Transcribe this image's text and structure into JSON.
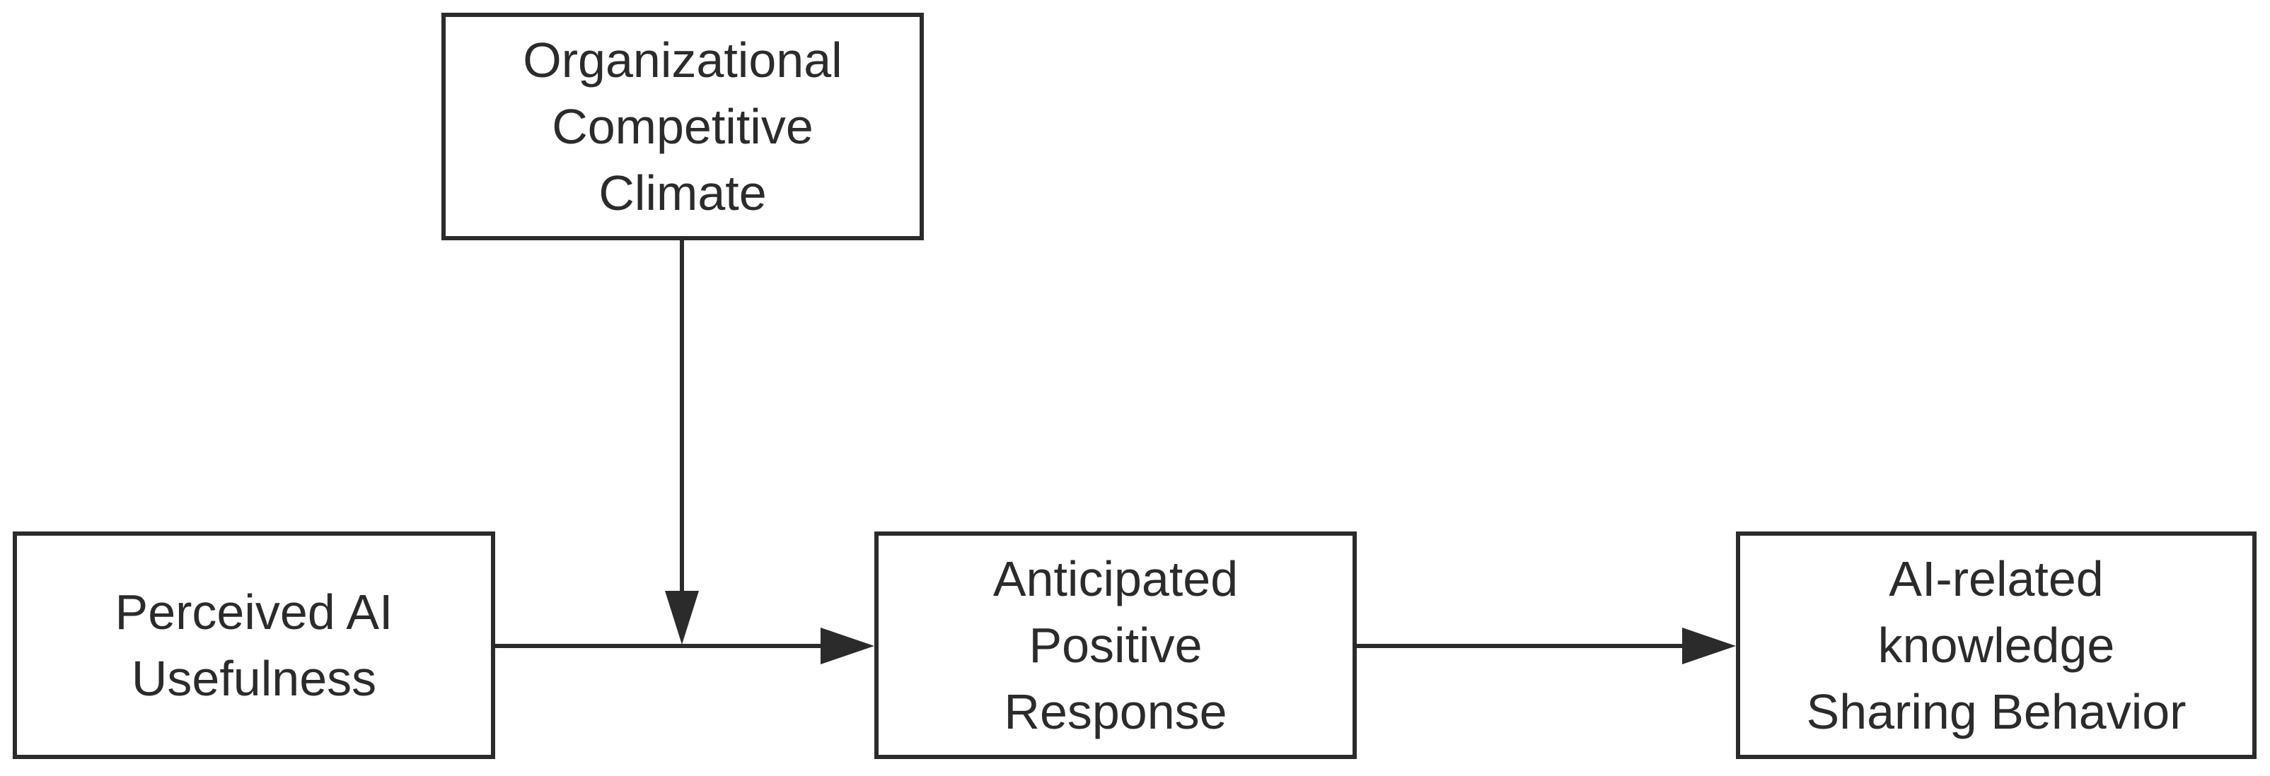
{
  "nodes": {
    "climate": {
      "lines": [
        "Organizational",
        "Competitive",
        "Climate"
      ]
    },
    "usefulness": {
      "lines": [
        "Perceived AI",
        "Usefulness"
      ]
    },
    "response": {
      "lines": [
        "Anticipated",
        "Positive",
        "Response"
      ]
    },
    "sharing": {
      "lines": [
        "AI-related",
        "knowledge",
        "Sharing Behavior"
      ]
    }
  },
  "edges": [
    {
      "from": "usefulness",
      "to": "response",
      "type": "direct-path"
    },
    {
      "from": "response",
      "to": "sharing",
      "type": "direct-path"
    },
    {
      "from": "climate",
      "to": "usefulness->response",
      "type": "moderation"
    }
  ],
  "colors": {
    "stroke": "#2b2b2b",
    "background": "#ffffff"
  }
}
